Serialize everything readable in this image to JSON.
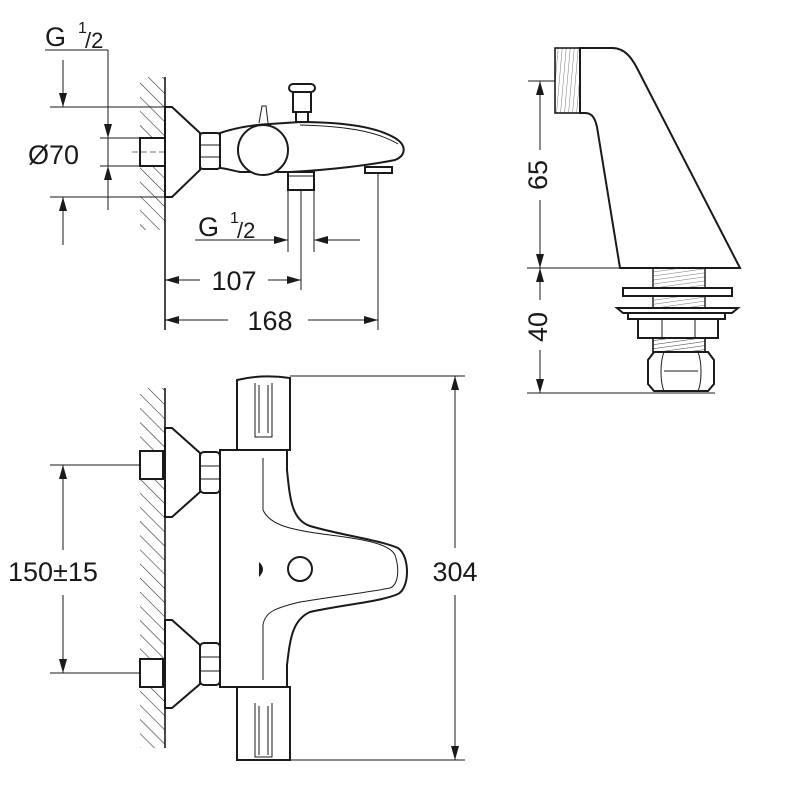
{
  "drawing": {
    "top_view": {
      "thread_label_left": {
        "letter": "G",
        "num": "1",
        "den": "/2"
      },
      "diameter_label": "Ø70",
      "thread_label_bottom": {
        "letter": "G",
        "num": "1",
        "den": "/2"
      },
      "dim_outlet": "107",
      "dim_spout": "168"
    },
    "front_view": {
      "dim_centers": "150±15",
      "dim_height": "304"
    },
    "side_view": {
      "dim_upper": "65",
      "dim_lower": "40"
    }
  }
}
